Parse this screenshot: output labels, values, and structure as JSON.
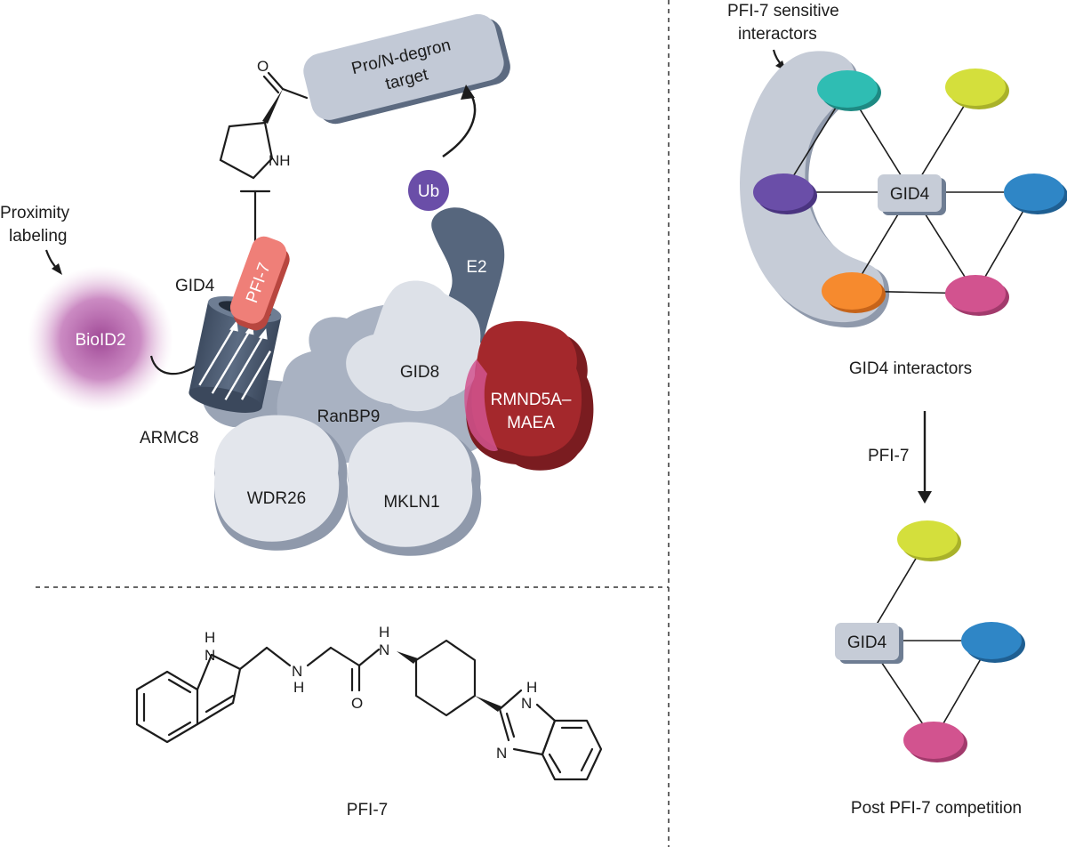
{
  "labels": {
    "pro_n_degron_target_line1": "Pro/N-degron",
    "pro_n_degron_target_line2": "target",
    "proximity_labeling_line1": "Proximity",
    "proximity_labeling_line2": "labeling",
    "bioid2": "BioID2",
    "gid4": "GID4",
    "pfi7_pill": "PFI-7",
    "armc8": "ARMC8",
    "ranbp9": "RanBP9",
    "gid8": "GID8",
    "e2": "E2",
    "ub": "Ub",
    "rmnd5a_line1": "RMND5A–",
    "rmnd5a_line2": "MAEA",
    "wdr26": "WDR26",
    "mkln1": "MKLN1",
    "nh_proline": "NH",
    "o_proline": "O",
    "pfi7_structure_caption": "PFI-7",
    "sensitive_interactors_line1": "PFI-7 sensitive",
    "sensitive_interactors_line2": "interactors",
    "gid4_network_node": "GID4",
    "gid4_interactors": "GID4 interactors",
    "pfi7_arrow": "PFI-7",
    "gid4_post_node": "GID4",
    "post_competition": "Post PFI-7 competition",
    "structure_atoms": {
      "h1": "H",
      "n1": "N",
      "n2": "N",
      "h2": "H",
      "o": "O",
      "h3": "H",
      "n3": "N",
      "h4": "H",
      "n4": "N",
      "n5": "N"
    }
  },
  "colors": {
    "teal": "#2fbdb3",
    "lime": "#d4df3c",
    "purple": "#6a4ea8",
    "blue": "#2f86c6",
    "orange": "#f68a2e",
    "pink": "#d2538f",
    "complex_grey": "#b9c1cf",
    "rmnd5a_red": "#a4282c",
    "slate": "#5a6a80",
    "pfi7_salmon": "#ef7f78",
    "bioid_magenta": "#b34aa3"
  },
  "icons": {
    "ubiquitin": "ub-circle",
    "degron_target": "rounded-pill"
  }
}
